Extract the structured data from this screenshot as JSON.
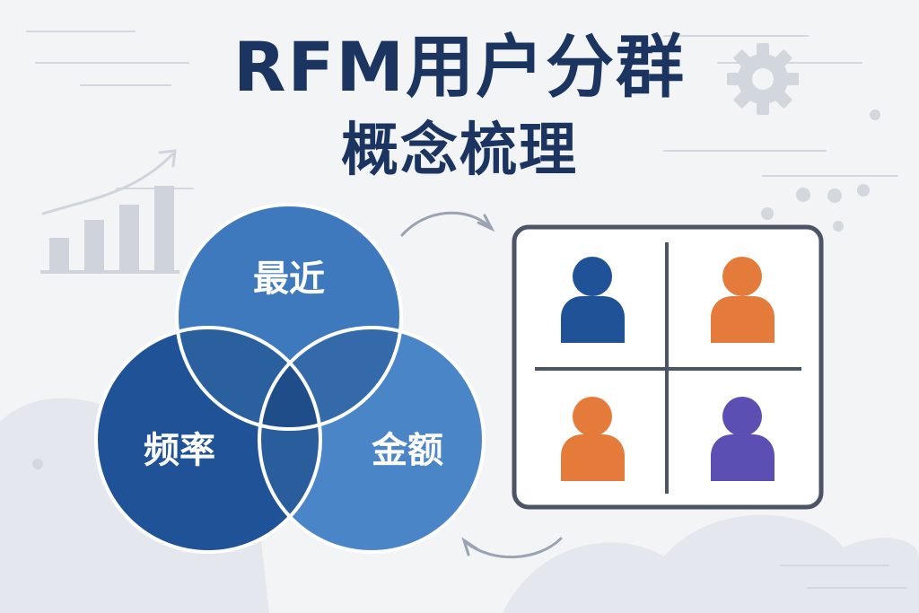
{
  "title": {
    "line1": "RFM用户分群",
    "line2": "概念梳理"
  },
  "venn": {
    "recency_label": "最近",
    "frequency_label": "频率",
    "monetary_label": "金额"
  },
  "segments_grid": {
    "user_icons": [
      "user-icon",
      "user-icon",
      "user-icon",
      "user-icon"
    ],
    "user_colors": [
      "#1f5296",
      "#e57b3b",
      "#e57b3b",
      "#5b4fb4"
    ]
  },
  "colors": {
    "title": "#1b3560",
    "recency": "#3e78bd",
    "frequency": "#1f5296",
    "monetary": "#4a85c8",
    "background": "#f3f4f6"
  }
}
